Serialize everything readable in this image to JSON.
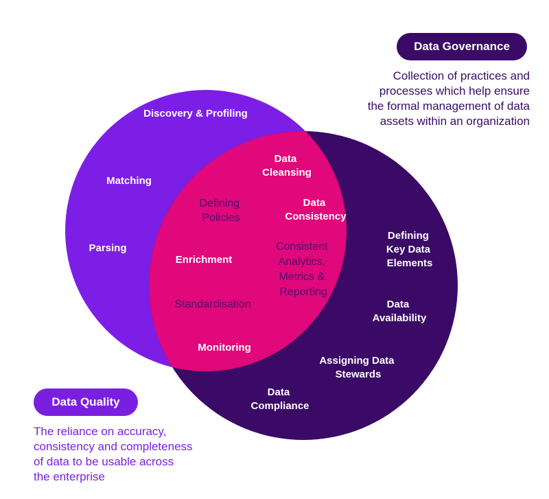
{
  "colors": {
    "quality_circle": "#7d1ee6",
    "governance_circle": "#3a0a66",
    "overlap": "#e0087a",
    "overlap_text": "#4a0a6e",
    "white": "#ffffff"
  },
  "legend": {
    "governance": {
      "title": "Data Governance",
      "description": [
        "Collection of practices and",
        "processes which help ensure",
        "the formal management of data",
        "assets within an organization"
      ]
    },
    "quality": {
      "title": "Data Quality",
      "description": [
        "The reliance on accuracy,",
        "consistency and completeness",
        "of data to be usable across",
        "the enterprise"
      ]
    }
  },
  "quality_only": [
    [
      "Discovery & Profiling"
    ],
    [
      "Matching"
    ],
    [
      "Parsing"
    ]
  ],
  "overlap": {
    "white_labels": [
      [
        "Data",
        "Cleansing"
      ],
      [
        "Data",
        "Consistency"
      ],
      [
        "Enrichment"
      ],
      [
        "Monitoring"
      ]
    ],
    "dark_labels": [
      [
        "Defining",
        "Policies"
      ],
      [
        "Consistent",
        "Analytics,",
        "Metrics &",
        "Reporting"
      ],
      [
        "Standardisation"
      ]
    ]
  },
  "governance_only": [
    [
      "Defining",
      "Key Data",
      "Elements"
    ],
    [
      "Data",
      "Availability"
    ],
    [
      "Assigning Data",
      "Stewards"
    ],
    [
      "Data",
      "Compliance"
    ]
  ]
}
